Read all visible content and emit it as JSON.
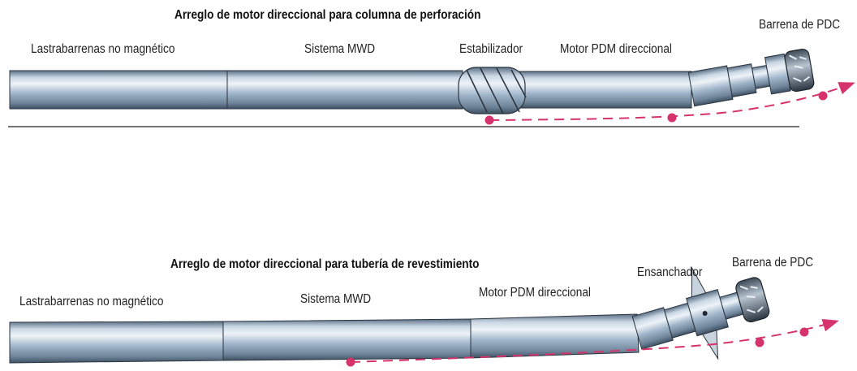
{
  "assembly_1": {
    "title": "Arreglo de motor direccional para columna de perforación",
    "labels": {
      "collar": "Lastrabarrenas no magnético",
      "mwd": "Sistema MWD",
      "stabilizer": "Estabilizador",
      "motor": "Motor PDM direccional",
      "bit": "Barrena de PDC"
    }
  },
  "assembly_2": {
    "title": "Arreglo de motor direccional para tubería de revestimiento",
    "labels": {
      "collar": "Lastrabarrenas no magnético",
      "mwd": "Sistema MWD",
      "motor": "Motor PDM direccional",
      "reamer": "Ensanchador",
      "bit": "Barrena de PDC"
    }
  },
  "colors": {
    "pipe": "#9fb4c9",
    "pipe_dark": "#4d6276",
    "path": "#d6336c",
    "outline": "#2b3440"
  }
}
